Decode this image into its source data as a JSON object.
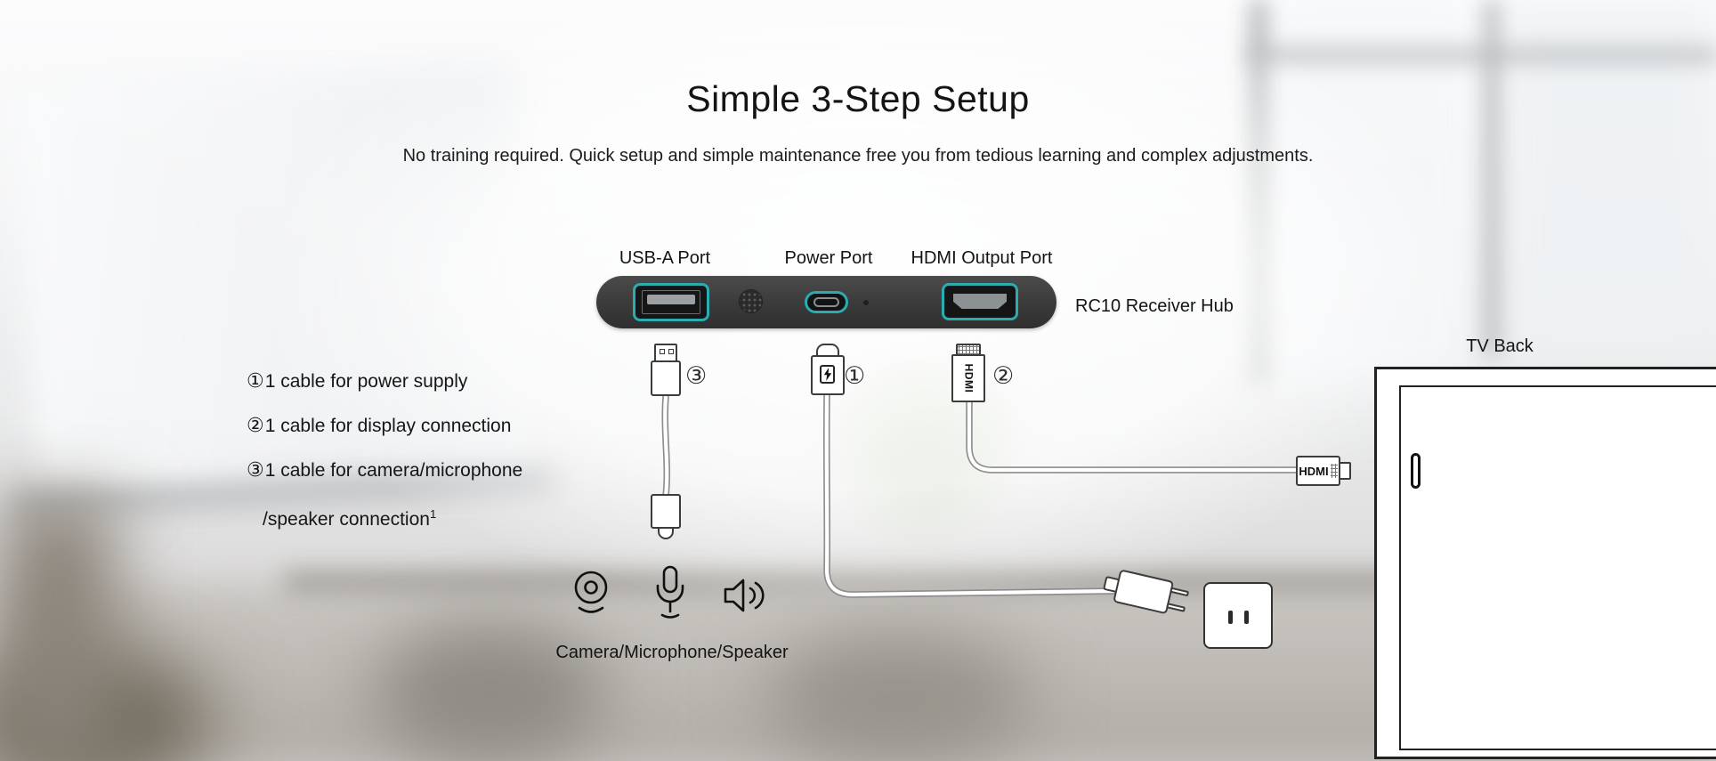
{
  "page": {
    "title": "Simple 3-Step Setup",
    "subtitle": "No training required. Quick setup and simple maintenance free you from tedious learning and complex adjustments."
  },
  "hub": {
    "name_label": "RC10 Receiver Hub",
    "ports": {
      "usb_a": "USB-A Port",
      "power": "Power Port",
      "hdmi": "HDMI Output Port"
    }
  },
  "steps": [
    {
      "num": "①",
      "text": "1 cable for power supply"
    },
    {
      "num": "②",
      "text": "1 cable for display connection"
    },
    {
      "num": "③",
      "text": "1 cable for camera/microphone"
    },
    {
      "cont": "/speaker connection",
      "footnote": "1"
    }
  ],
  "callouts": {
    "usb_cable_num": "③",
    "power_cable_num": "①",
    "hdmi_cable_num": "②"
  },
  "labels": {
    "devices": "Camera/Microphone/Speaker",
    "tv_back": "TV Back",
    "hdmi_plug": "HDMI",
    "hdmi_connector_vertical": "HDMI"
  },
  "icons": {
    "camera": "camera-icon",
    "microphone": "microphone-icon",
    "speaker": "speaker-icon",
    "power_bolt": "lightning-bolt-icon",
    "speaker_grille": "speaker-grille-icon"
  },
  "colors": {
    "port_accent": "#2bacb1",
    "hub_body": "#3e3e3e",
    "heading_text": "#141414"
  }
}
